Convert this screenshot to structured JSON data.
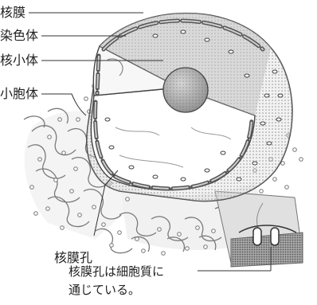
{
  "labels": {
    "nuclear_envelope": "核膜",
    "chromatin": "染色体",
    "nucleolus": "核小体",
    "endoplasmic_reticulum": "小胞体",
    "nuclear_pore": "核膜孔"
  },
  "caption": {
    "line1": "核膜孔は細胞質に",
    "line2": "通じている。"
  }
}
